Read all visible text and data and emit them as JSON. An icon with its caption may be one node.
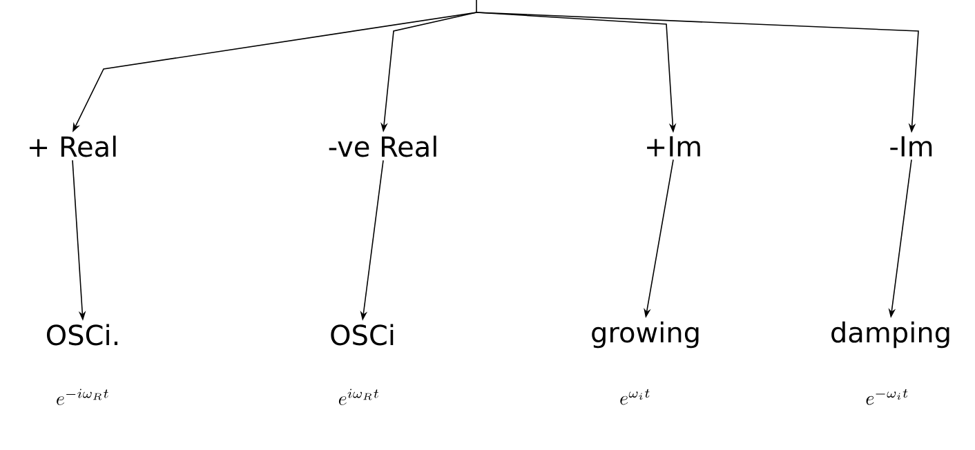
{
  "diagram": {
    "nodes": [
      {
        "text": [
          "+ Real"
        ]
      },
      {
        "text": [
          "-ve Real"
        ]
      },
      {
        "text": [
          "+Im"
        ]
      },
      {
        "text": [
          "-Im"
        ]
      },
      {
        "text": [
          "OSCi."
        ]
      },
      {
        "text": [
          "OSCi"
        ]
      },
      {
        "text": [
          "growing"
        ]
      },
      {
        "text": [
          "damping"
        ]
      }
    ],
    "edges": [
      {
        "from": null,
        "to": 0,
        "arrow": "to"
      },
      {
        "from": null,
        "to": 1,
        "arrow": "to"
      },
      {
        "from": null,
        "to": 2,
        "arrow": "to"
      },
      {
        "from": null,
        "to": 3,
        "arrow": "to"
      },
      {
        "from": 0,
        "to": 4,
        "arrow": "to"
      },
      {
        "from": 1,
        "to": 5,
        "arrow": "to"
      },
      {
        "from": 2,
        "to": 6,
        "arrow": "to"
      },
      {
        "from": 3,
        "to": 7,
        "arrow": "to"
      }
    ],
    "labels": [
      "e^{-i\\omega_R t}",
      "e^{i\\omega_R t}",
      "e^{\\omega_i t}",
      "e^{-\\omega_i t}"
    ]
  }
}
